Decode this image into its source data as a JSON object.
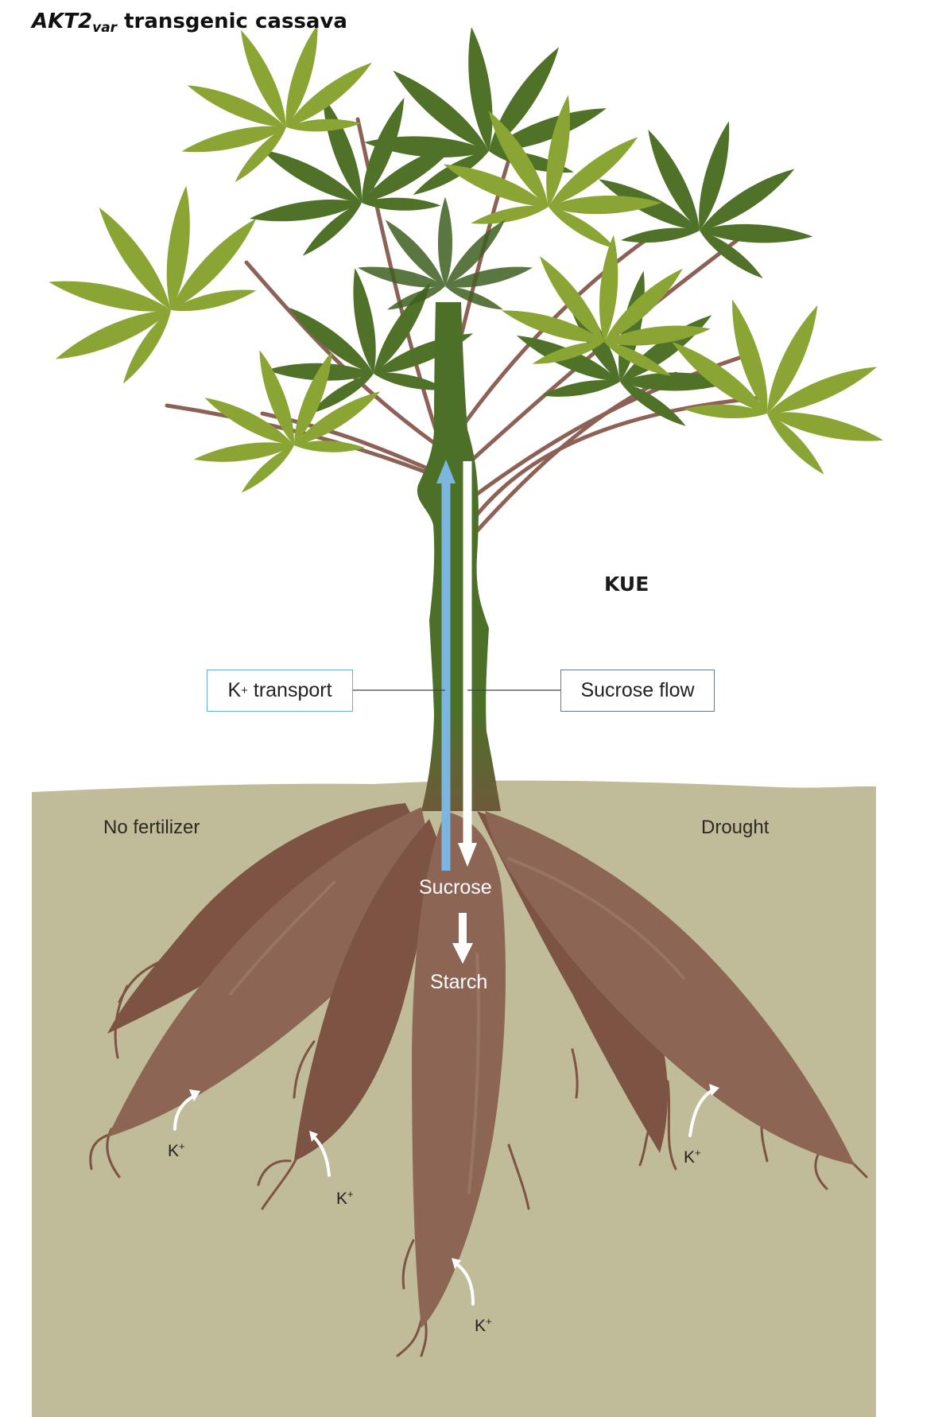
{
  "title": {
    "gene": "AKT2",
    "subscript": "var",
    "rest": " transgenic cassava"
  },
  "labels": {
    "kue": "KUE",
    "k_transport_ion": "K",
    "k_transport_charge": "+",
    "k_transport_text": " transport",
    "sucrose_flow": "Sucrose flow",
    "no_fertilizer": "No fertilizer",
    "drought": "Drought",
    "sucrose": "Sucrose",
    "starch": "Starch"
  },
  "ions": [
    {
      "symbol": "K",
      "charge": "+"
    },
    {
      "symbol": "K",
      "charge": "+"
    },
    {
      "symbol": "K",
      "charge": "+"
    },
    {
      "symbol": "K",
      "charge": "+"
    }
  ],
  "colors": {
    "leaf_light": "#8ba534",
    "leaf_dark": "#4f7228",
    "stem": "#4c7028",
    "petiole": "#8e6157",
    "soil": "#c0bb99",
    "root": "#7d5344",
    "root_light": "#8d6555",
    "k_arrow": "#7bb6e0",
    "sucrose_arrow": "#ffffff"
  }
}
